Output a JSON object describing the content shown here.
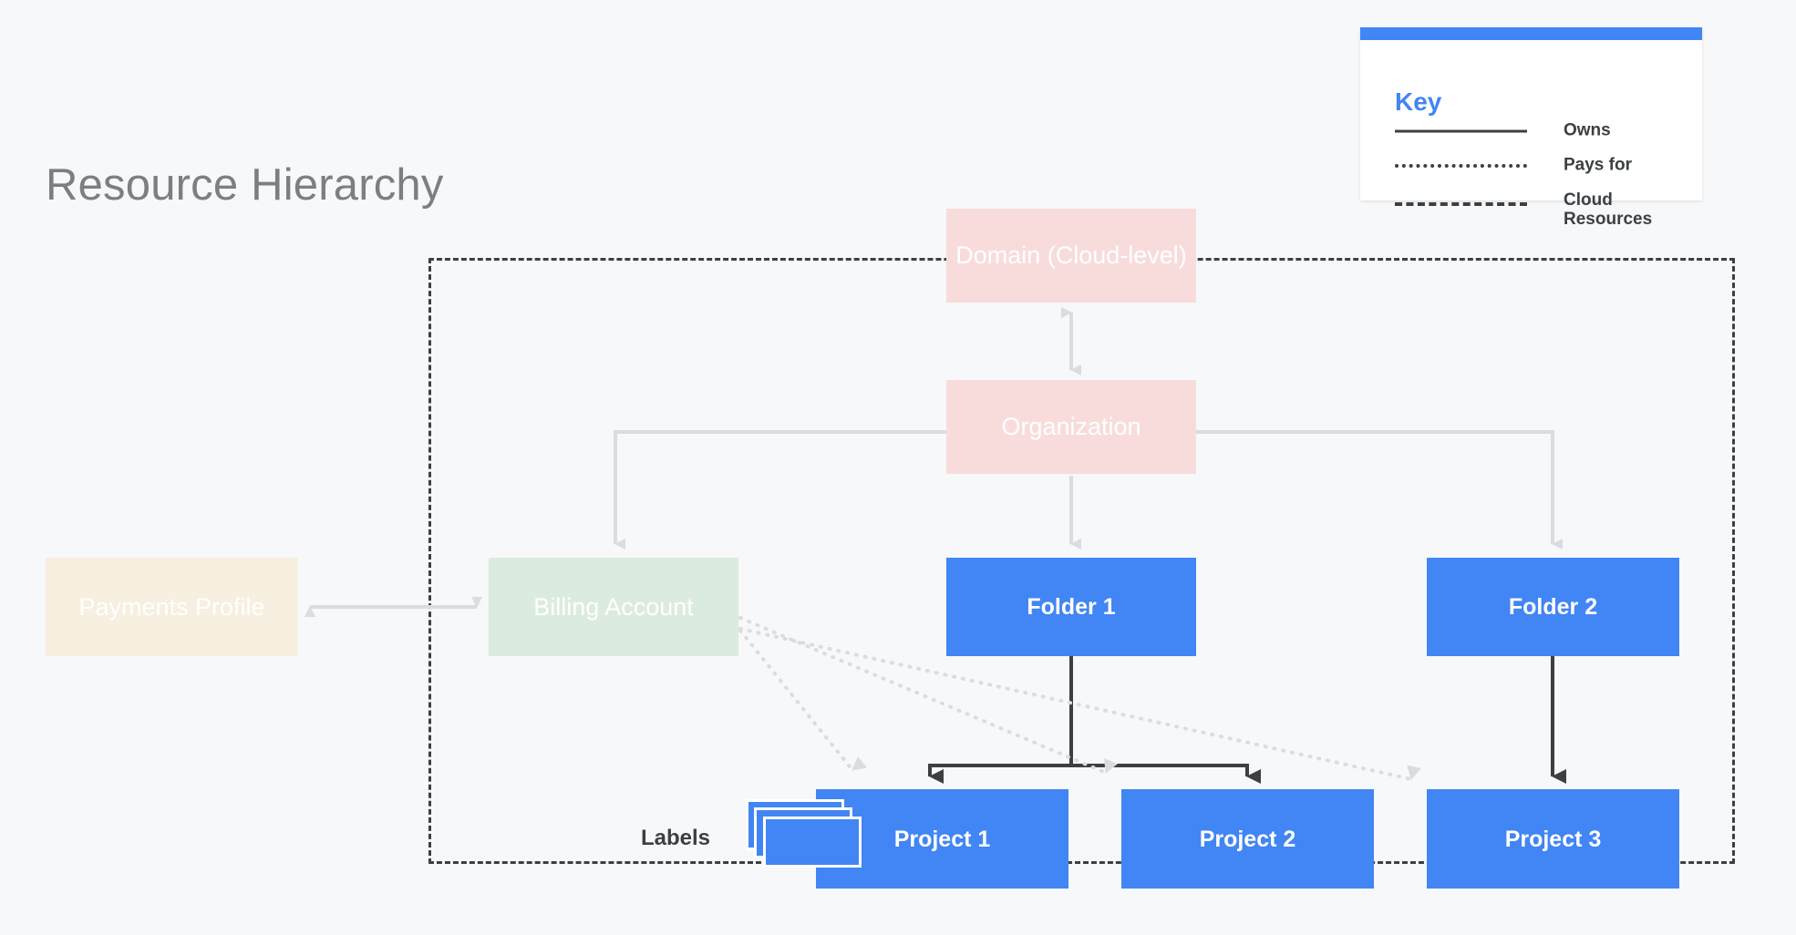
{
  "page": {
    "title": "Resource Hierarchy",
    "background_color": "#f6f8fa"
  },
  "key": {
    "title": "Key",
    "accent_color": "#4285f4",
    "entries": [
      {
        "style": "solid",
        "label": "Owns"
      },
      {
        "style": "dotted",
        "label": "Pays for"
      },
      {
        "style": "dashed",
        "label": "Cloud\nResources"
      }
    ]
  },
  "diagram": {
    "type": "hierarchy",
    "nodes": [
      {
        "id": "domain",
        "label": "Domain (Cloud-level)",
        "color": "#f8dcdc",
        "text_color": "#ffffff"
      },
      {
        "id": "organization",
        "label": "Organization",
        "color": "#f8dcdc",
        "text_color": "#ffffff"
      },
      {
        "id": "payments",
        "label": "Payments Profile",
        "color": "#f7efdf",
        "text_color": "#ffffff"
      },
      {
        "id": "billing",
        "label": "Billing Account",
        "color": "#dcebdf",
        "text_color": "#ffffff"
      },
      {
        "id": "folder1",
        "label": "Folder 1",
        "color": "#4285f4",
        "text_color": "#ffffff"
      },
      {
        "id": "folder2",
        "label": "Folder 2",
        "color": "#4285f4",
        "text_color": "#ffffff"
      },
      {
        "id": "project1",
        "label": "Project 1",
        "color": "#4285f4",
        "text_color": "#ffffff"
      },
      {
        "id": "project2",
        "label": "Project 2",
        "color": "#4285f4",
        "text_color": "#ffffff"
      },
      {
        "id": "project3",
        "label": "Project 3",
        "color": "#4285f4",
        "text_color": "#ffffff"
      }
    ],
    "labels_group": {
      "label": "Labels",
      "card_count": 3,
      "card_color": "#4285f4",
      "card_border_color": "#ffffff"
    },
    "edges": [
      {
        "from": "domain",
        "to": "organization",
        "kind": "owns",
        "arrows": "both",
        "color": "#dadce0"
      },
      {
        "from": "organization",
        "to": "billing",
        "kind": "owns",
        "arrows": "to",
        "color": "#dadce0"
      },
      {
        "from": "organization",
        "to": "folder1",
        "kind": "owns",
        "arrows": "to",
        "color": "#dadce0"
      },
      {
        "from": "organization",
        "to": "folder2",
        "kind": "owns",
        "arrows": "to",
        "color": "#dadce0"
      },
      {
        "from": "payments",
        "to": "billing",
        "kind": "owns",
        "arrows": "both",
        "color": "#dadce0"
      },
      {
        "from": "folder1",
        "to": "project1",
        "kind": "owns",
        "arrows": "to",
        "color": "#3c4043"
      },
      {
        "from": "folder1",
        "to": "project2",
        "kind": "owns",
        "arrows": "to",
        "color": "#3c4043"
      },
      {
        "from": "folder2",
        "to": "project3",
        "kind": "owns",
        "arrows": "to",
        "color": "#3c4043"
      },
      {
        "from": "billing",
        "to": "project1",
        "kind": "pays-for",
        "arrows": "to",
        "color": "#dadce0"
      },
      {
        "from": "billing",
        "to": "project2",
        "kind": "pays-for",
        "arrows": "to",
        "color": "#dadce0"
      },
      {
        "from": "billing",
        "to": "project3",
        "kind": "pays-for",
        "arrows": "to",
        "color": "#dadce0"
      }
    ],
    "cloud_boundary": {
      "label": "Cloud Resources",
      "style": "dashed",
      "color": "#3c4043"
    }
  }
}
